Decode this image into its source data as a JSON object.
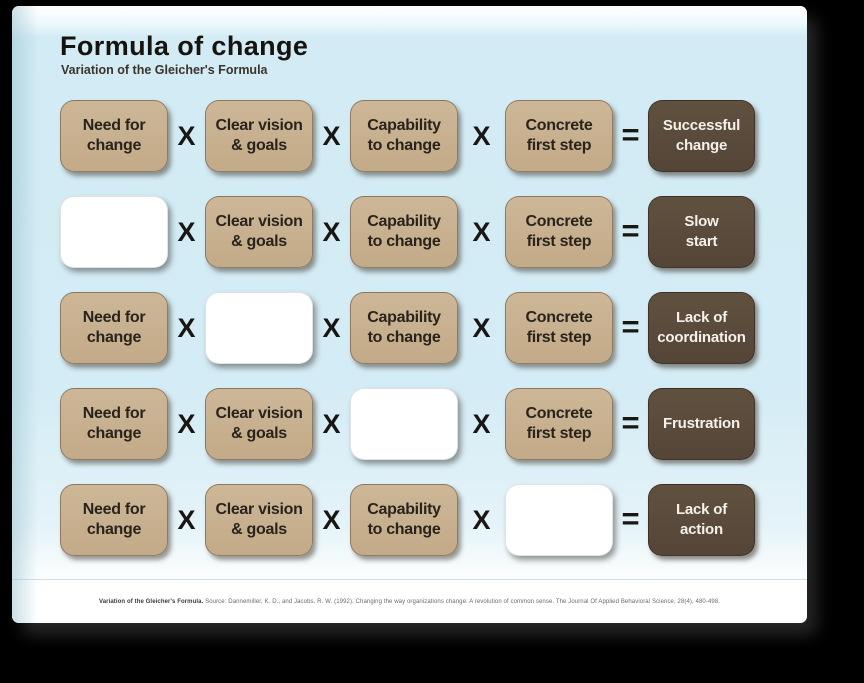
{
  "title": "Formula of change",
  "subtitle": "Variation of the Gleicher's Formula",
  "operators": {
    "multiply": "X",
    "equals": "="
  },
  "rows": [
    {
      "cells": [
        {
          "label": "Need for\nchange",
          "blank": false
        },
        {
          "label": "Clear vision\n& goals",
          "blank": false
        },
        {
          "label": "Capability\nto change",
          "blank": false
        },
        {
          "label": "Concrete\nfirst step",
          "blank": false
        }
      ],
      "result": "Successful\nchange"
    },
    {
      "cells": [
        {
          "label": "",
          "blank": true
        },
        {
          "label": "Clear vision\n& goals",
          "blank": false
        },
        {
          "label": "Capability\nto change",
          "blank": false
        },
        {
          "label": "Concrete\nfirst step",
          "blank": false
        }
      ],
      "result": "Slow\nstart"
    },
    {
      "cells": [
        {
          "label": "Need for\nchange",
          "blank": false
        },
        {
          "label": "",
          "blank": true
        },
        {
          "label": "Capability\nto change",
          "blank": false
        },
        {
          "label": "Concrete\nfirst step",
          "blank": false
        }
      ],
      "result": "Lack of\ncoordination"
    },
    {
      "cells": [
        {
          "label": "Need for\nchange",
          "blank": false
        },
        {
          "label": "Clear vision\n& goals",
          "blank": false
        },
        {
          "label": "",
          "blank": true
        },
        {
          "label": "Concrete\nfirst step",
          "blank": false
        }
      ],
      "result": "Frustration"
    },
    {
      "cells": [
        {
          "label": "Need for\nchange",
          "blank": false
        },
        {
          "label": "Clear vision\n& goals",
          "blank": false
        },
        {
          "label": "Capability\nto change",
          "blank": false
        },
        {
          "label": "",
          "blank": true
        }
      ],
      "result": "Lack of\naction"
    }
  ],
  "footer": {
    "bold": "Variation of the Gleicher's Formula.",
    "text": " Source: Dannemiller, K. D., and Jacobs, R. W. (1992). Changing the way organizations change: A revolution of common sense. The Journal Of Applied Behavioral Science, 28(4), 480-498."
  },
  "colors": {
    "background": "#000000",
    "slide_bg": "#d3ecf5",
    "factor_box": "#c6ae8c",
    "blank_box": "#ffffff",
    "result_box": "#5a4b40",
    "factor_text": "#29231d",
    "result_text": "#f5f1ea",
    "operator": "#191613"
  }
}
